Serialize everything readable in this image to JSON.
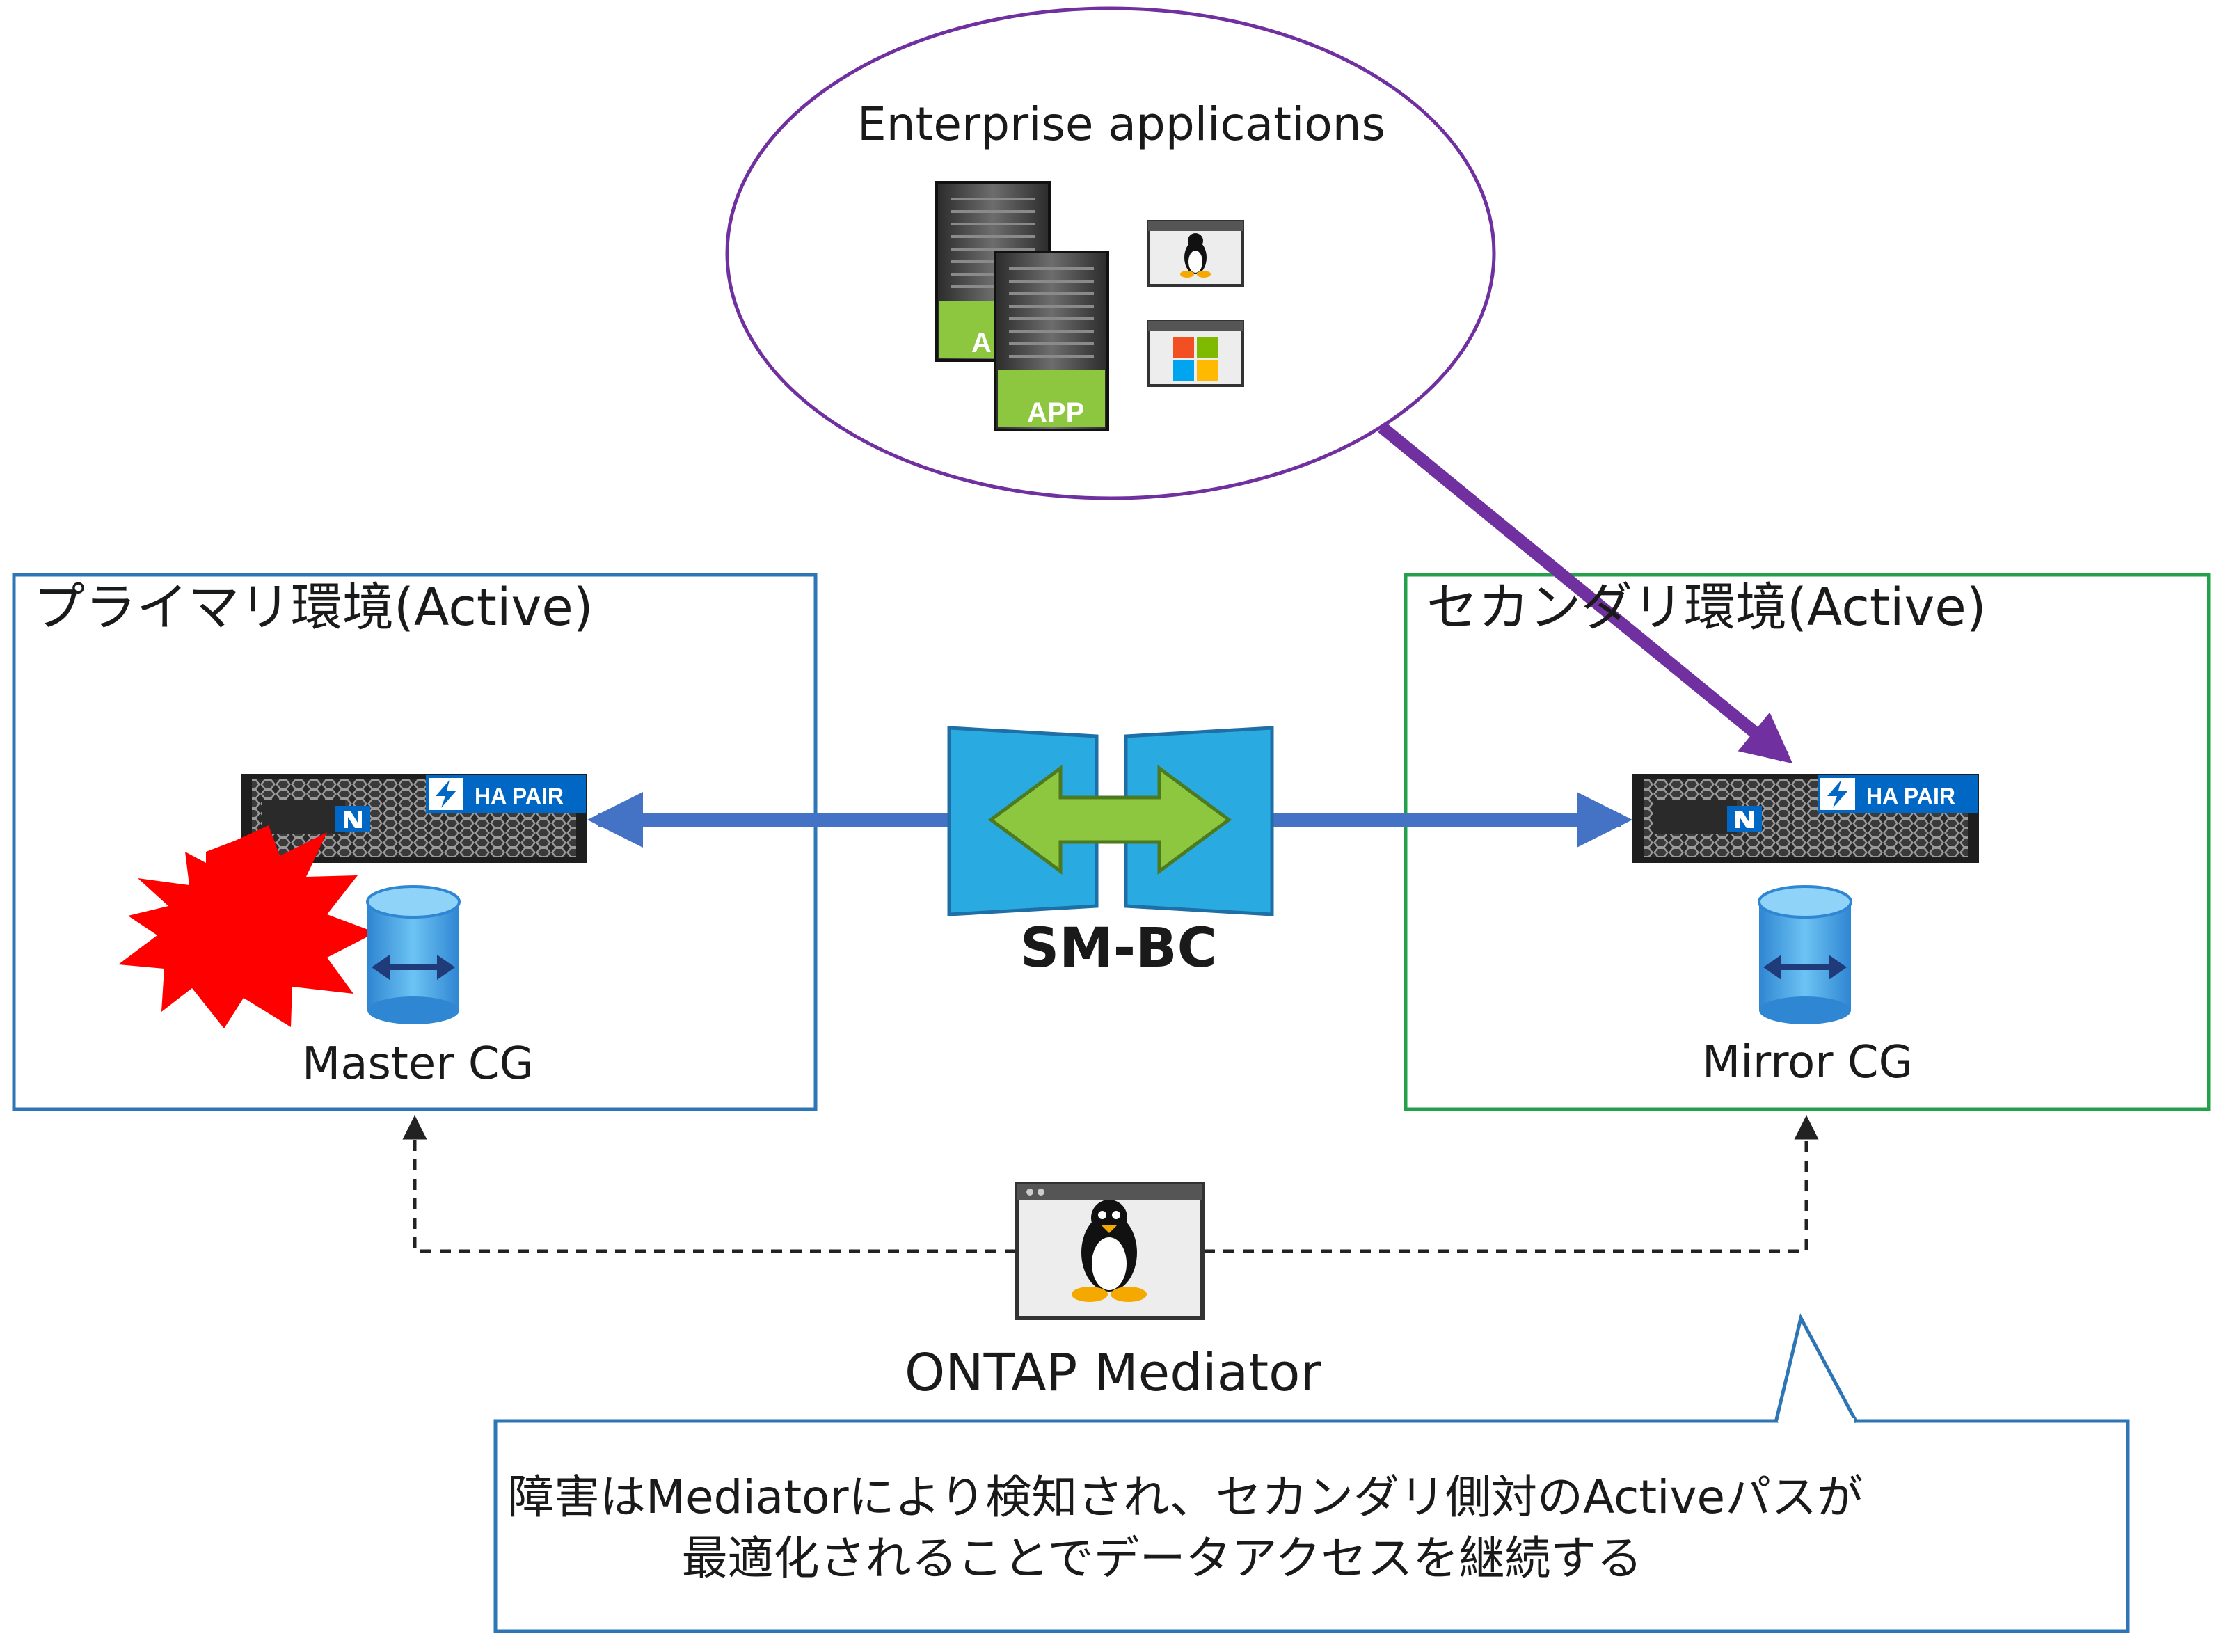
{
  "apps": {
    "title": "Enterprise applications",
    "app_label": "APP",
    "app_label_partial": "A"
  },
  "primary": {
    "title": "プライマリ環境(Active)",
    "cg_label": "Master CG",
    "badge": "HA PAIR"
  },
  "secondary": {
    "title": "セカンダリ環境(Active)",
    "cg_label": "Mirror CG",
    "badge": "HA PAIR"
  },
  "replication": {
    "label": "SM-BC"
  },
  "mediator": {
    "label": "ONTAP Mediator"
  },
  "callout": {
    "line1": "障害はMediatorにより検知され、セカンダリ側対のActiveパスが",
    "line2": "最適化されることでデータアクセスを継続する"
  },
  "colors": {
    "primary_border": "#2e75b6",
    "secondary_border": "#22a14a",
    "path_arrow": "#7030a0",
    "replication_arrow": "#4472c4",
    "failure": "#ff0000",
    "smbc_icon": "#29abe2",
    "smbc_arrow": "#8dc63f",
    "app_green": "#8dc63f",
    "badge_blue": "#0067c5"
  },
  "icons": [
    "app-server-icon",
    "linux-vm-icon",
    "windows-vm-icon",
    "ha-pair-storage-icon",
    "database-icon",
    "failure-burst-icon",
    "smbc-replication-icon",
    "linux-mediator-icon"
  ]
}
